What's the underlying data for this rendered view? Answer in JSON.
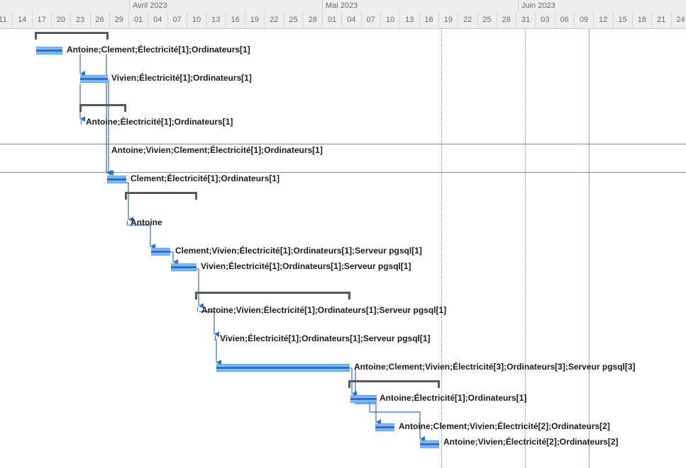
{
  "timescale": {
    "months": [
      "Avril 2023",
      "Mai 2023",
      "Juin 2023"
    ],
    "days": [
      "11",
      "14",
      "17",
      "20",
      "23",
      "26",
      "29",
      "01",
      "04",
      "07",
      "10",
      "13",
      "16",
      "19",
      "22",
      "25",
      "28",
      "01",
      "04",
      "07",
      "10",
      "13",
      "16",
      "19",
      "22",
      "25",
      "28",
      "31",
      "03",
      "06",
      "09",
      "12",
      "15",
      "18",
      "21",
      "24"
    ]
  },
  "tasks": [
    {
      "resources": "Antoine;Clement;Électricité[1];Ordinateurs[1]"
    },
    {
      "resources": "Vivien;Électricité[1];Ordinateurs[1]"
    },
    {
      "resources": "Antoine;Électricité[1];Ordinateurs[1]"
    },
    {
      "resources": "Antoine;Vivien;Clement;Électricité[1];Ordinateurs[1]"
    },
    {
      "resources": "Clement;Électricité[1];Ordinateurs[1]"
    },
    {
      "resources": "Antoine"
    },
    {
      "resources": "Clement;Vivien;Électricité[1];Ordinateurs[1];Serveur pgsql[1]"
    },
    {
      "resources": "Vivien;Électricité[1];Ordinateurs[1];Serveur pgsql[1]"
    },
    {
      "resources": "Antoine;Vivien;Électricité[1];Ordinateurs[1];Serveur pgsql[1]"
    },
    {
      "resources": "Vivien;Électricité[1];Ordinateurs[1];Serveur pgsql[1]"
    },
    {
      "resources": "Antoine;Clement;Vivien;Électricité[3];Ordinateurs[3];Serveur pgsql[3]"
    },
    {
      "resources": "Antoine;Électricité[1];Ordinateurs[1]"
    },
    {
      "resources": "Antoine;Clement;Vivien;Électricité[2];Ordinateurs[2]"
    },
    {
      "resources": "Antoine;Vivien;Électricité[2];Ordinateurs[2]"
    }
  ]
}
